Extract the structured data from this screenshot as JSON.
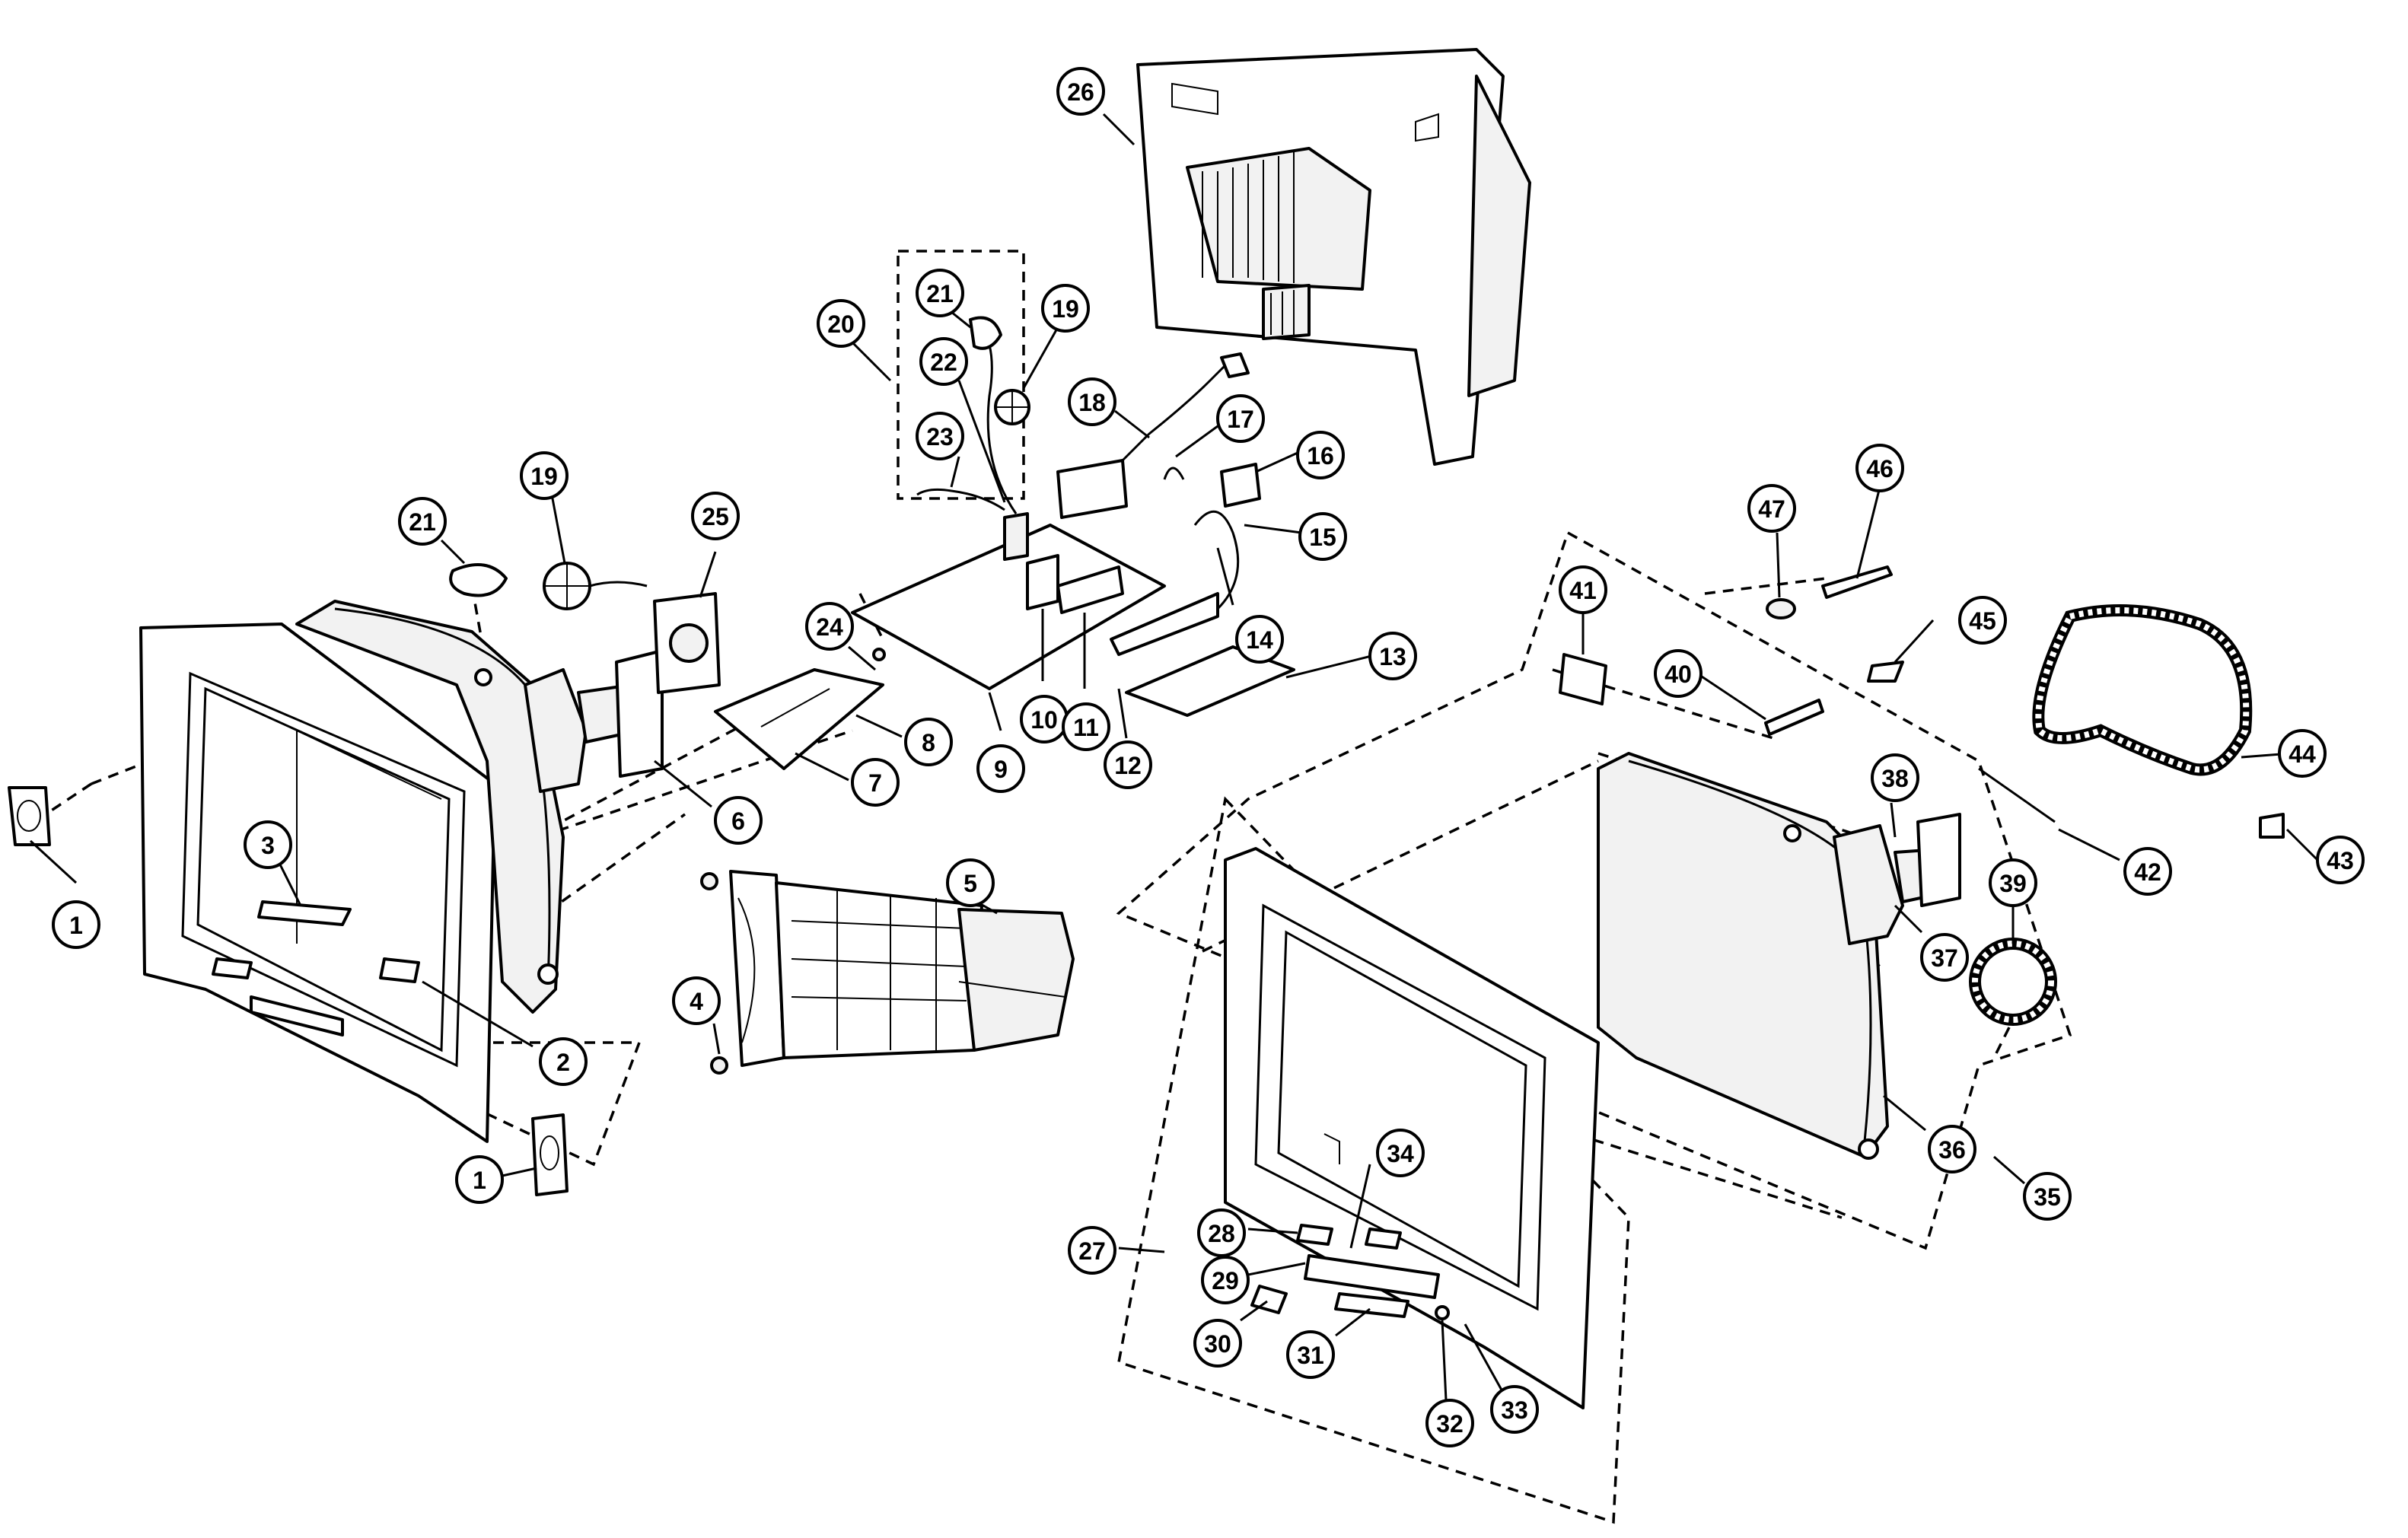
{
  "callouts": [
    {
      "id": "c1a",
      "label": "1"
    },
    {
      "id": "c1b",
      "label": "1"
    },
    {
      "id": "c2",
      "label": "2"
    },
    {
      "id": "c3",
      "label": "3"
    },
    {
      "id": "c4",
      "label": "4"
    },
    {
      "id": "c5",
      "label": "5"
    },
    {
      "id": "c6",
      "label": "6"
    },
    {
      "id": "c7",
      "label": "7"
    },
    {
      "id": "c8",
      "label": "8"
    },
    {
      "id": "c9",
      "label": "9"
    },
    {
      "id": "c10",
      "label": "10"
    },
    {
      "id": "c11",
      "label": "11"
    },
    {
      "id": "c12",
      "label": "12"
    },
    {
      "id": "c13",
      "label": "13"
    },
    {
      "id": "c14",
      "label": "14"
    },
    {
      "id": "c15",
      "label": "15"
    },
    {
      "id": "c16",
      "label": "16"
    },
    {
      "id": "c17",
      "label": "17"
    },
    {
      "id": "c18",
      "label": "18"
    },
    {
      "id": "c19a",
      "label": "19"
    },
    {
      "id": "c19b",
      "label": "19"
    },
    {
      "id": "c20",
      "label": "20"
    },
    {
      "id": "c21a",
      "label": "21"
    },
    {
      "id": "c21b",
      "label": "21"
    },
    {
      "id": "c22",
      "label": "22"
    },
    {
      "id": "c23",
      "label": "23"
    },
    {
      "id": "c24",
      "label": "24"
    },
    {
      "id": "c25",
      "label": "25"
    },
    {
      "id": "c26",
      "label": "26"
    },
    {
      "id": "c27",
      "label": "27"
    },
    {
      "id": "c28",
      "label": "28"
    },
    {
      "id": "c29",
      "label": "29"
    },
    {
      "id": "c30",
      "label": "30"
    },
    {
      "id": "c31",
      "label": "31"
    },
    {
      "id": "c32",
      "label": "32"
    },
    {
      "id": "c33",
      "label": "33"
    },
    {
      "id": "c34",
      "label": "34"
    },
    {
      "id": "c35",
      "label": "35"
    },
    {
      "id": "c36",
      "label": "36"
    },
    {
      "id": "c37",
      "label": "37"
    },
    {
      "id": "c38",
      "label": "38"
    },
    {
      "id": "c39",
      "label": "39"
    },
    {
      "id": "c40",
      "label": "40"
    },
    {
      "id": "c41",
      "label": "41"
    },
    {
      "id": "c42",
      "label": "42"
    },
    {
      "id": "c43",
      "label": "43"
    },
    {
      "id": "c44",
      "label": "44"
    },
    {
      "id": "c45",
      "label": "45"
    },
    {
      "id": "c46",
      "label": "46"
    },
    {
      "id": "c47",
      "label": "47"
    }
  ]
}
